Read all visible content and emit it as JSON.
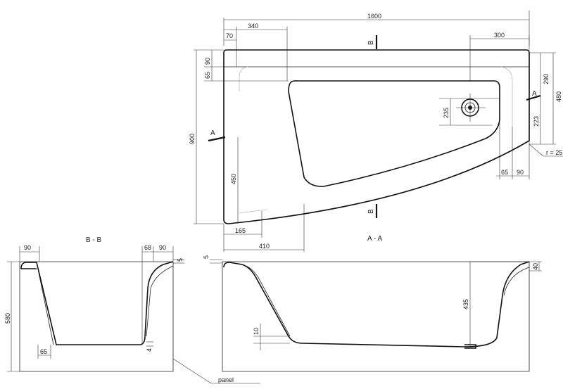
{
  "top_view": {
    "dim_total_width": "1600",
    "dim_340": "340",
    "dim_70": "70",
    "dim_300": "300",
    "dim_90_top": "90",
    "dim_65_top": "65",
    "dim_900": "900",
    "dim_450": "450",
    "dim_165": "165",
    "dim_410": "410",
    "dim_235": "235",
    "dim_290": "290",
    "dim_480": "480",
    "dim_223": "223",
    "dim_65_right": "65",
    "dim_90_right": "90",
    "radius_label": "r = 25",
    "section_b_top": "B",
    "section_b_bottom": "B",
    "section_a_left": "A",
    "section_a_right": "A"
  },
  "section_bb": {
    "title": "B - B",
    "dim_90_left": "90",
    "dim_68": "68",
    "dim_90_right": "90",
    "dim_5": "5",
    "dim_580": "580",
    "dim_65": "65",
    "dim_4": "4",
    "panel_label": "panel"
  },
  "section_aa": {
    "title": "A - A",
    "dim_5": "5",
    "dim_40": "40",
    "dim_435": "435",
    "dim_10": "10"
  }
}
